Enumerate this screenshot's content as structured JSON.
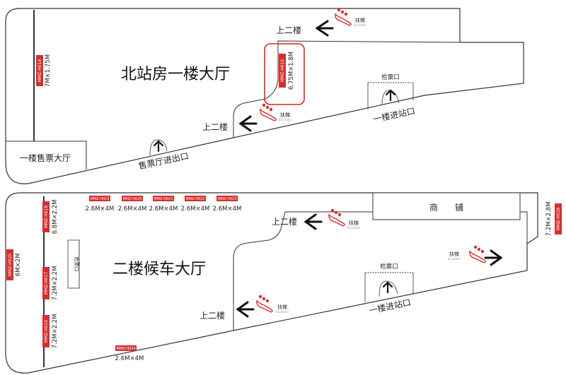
{
  "upper": {
    "title": "北站房一楼大厅",
    "ticket_hall": "一楼售票大厅",
    "exit_label": "售票厅进出口",
    "ticket_check": "检票口",
    "entrance": "一楼进站口",
    "up_label_top": "上二楼",
    "up_label_mid": "上二楼",
    "escalator": "扶梯",
    "escalator_en": "Escalator",
    "ads": [
      {
        "code": "MMZ-H014",
        "size": "7M×1.75M"
      },
      {
        "code": "MMZ-H016",
        "size": "6.75M×1.8M"
      }
    ]
  },
  "lower": {
    "title": "二楼候车大厅",
    "shop": "商　　铺",
    "ticket_check": "检票口",
    "side_check": "检票口",
    "entrance": "一楼进站口",
    "up_label_top": "上二楼",
    "up_label_mid": "上二楼",
    "escalator": "扶梯",
    "escalator_en": "Escalator",
    "top_ads": [
      {
        "code": "MMZ-H019",
        "size": "2.6M×4M"
      },
      {
        "code": "MMZ-H020",
        "size": "2.6M×4M"
      },
      {
        "code": "MMZ-H021",
        "size": "2.6M×4M"
      },
      {
        "code": "MMZ-H022",
        "size": "2.6M×4M"
      },
      {
        "code": "MMZ-H023",
        "size": "2.6M×4M"
      }
    ],
    "left_ads": [
      {
        "code": "MMZ-H018",
        "size": "6.8M×2.2M"
      },
      {
        "code": "MMZ-H017",
        "size": "7.2M×2.2M"
      },
      {
        "code": "MMZ-H016",
        "size": "7.2M×2.2M"
      }
    ],
    "outer_left_ad": {
      "code": "MMZ-H025",
      "size": "6M×2M"
    },
    "right_ad": {
      "code": "MMZ-H026",
      "size": "7.2M×2.8M"
    },
    "bottom_ad": {
      "code": "MMZ-H024",
      "size": "2.6M×4M"
    }
  },
  "colors": {
    "ad_red": "#d42f2f",
    "outline": "#333333",
    "highlight": "#e02020"
  }
}
